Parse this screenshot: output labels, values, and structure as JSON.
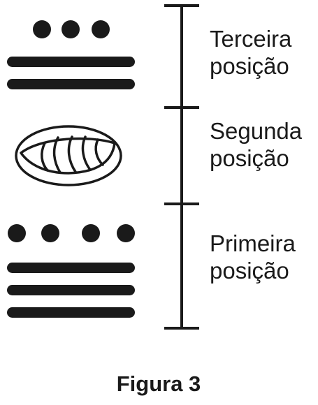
{
  "positions": [
    {
      "label_line1": "Terceira",
      "label_line2": "posição",
      "dots": 3,
      "bars": 2,
      "shell": false
    },
    {
      "label_line1": "Segunda",
      "label_line2": "posição",
      "dots": 0,
      "bars": 0,
      "shell": true
    },
    {
      "label_line1": "Primeira",
      "label_line2": "posição",
      "dots": 4,
      "bars": 3,
      "shell": false
    }
  ],
  "caption": "Figura 3",
  "colors": {
    "ink": "#1a1a1a",
    "background": "#ffffff"
  }
}
